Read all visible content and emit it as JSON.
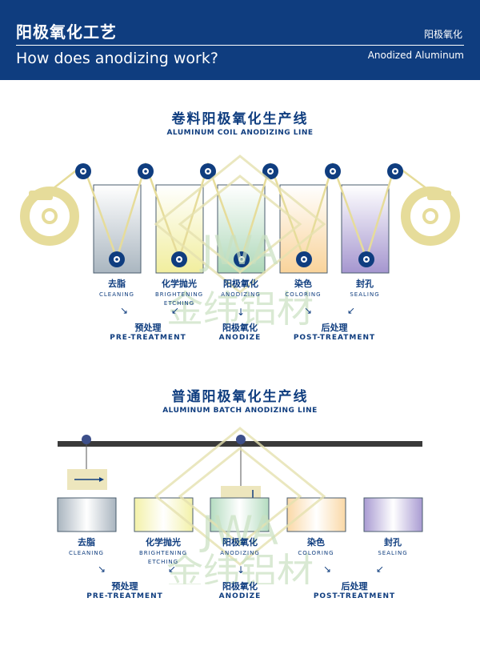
{
  "header": {
    "title_cn": "阳极氧化工艺",
    "title_en": "How does anodizing work?",
    "tag_cn": "阳极氧化",
    "tag_en": "Anodized Aluminum"
  },
  "watermark": {
    "logo": "JWA",
    "text": "金纬铝材"
  },
  "coil_line": {
    "title_cn": "卷料阳极氧化生产线",
    "title_en": "ALUMINUM COIL ANODIZING LINE",
    "tanks": [
      {
        "cn": "去脂",
        "en": "CLEANING",
        "en2": ""
      },
      {
        "cn": "化学抛光",
        "en": "BRIGHTENING",
        "en2": "ETCHING"
      },
      {
        "cn": "阳极氧化",
        "en": "ANODIZING",
        "en2": ""
      },
      {
        "cn": "染色",
        "en": "COLORING",
        "en2": ""
      },
      {
        "cn": "封孔",
        "en": "SEALING",
        "en2": ""
      }
    ],
    "phases": [
      {
        "cn": "预处理",
        "en": "PRE-TREATMENT"
      },
      {
        "cn": "阳极氧化",
        "en": "ANODIZE"
      },
      {
        "cn": "后处理",
        "en": "POST-TREATMENT"
      }
    ]
  },
  "batch_line": {
    "title_cn": "普通阳极氧化生产线",
    "title_en": "ALUMINUM BATCH ANODIZING LINE",
    "tanks": [
      {
        "cn": "去脂",
        "en": "CLEANING",
        "en2": ""
      },
      {
        "cn": "化学抛光",
        "en": "BRIGHTENING",
        "en2": "ETCHING"
      },
      {
        "cn": "阳极氧化",
        "en": "ANODIZING",
        "en2": ""
      },
      {
        "cn": "染色",
        "en": "COLORING",
        "en2": ""
      },
      {
        "cn": "封孔",
        "en": "SEALING",
        "en2": ""
      }
    ],
    "phases": [
      {
        "cn": "预处理",
        "en": "PRE-TREATMENT"
      },
      {
        "cn": "阳极氧化",
        "en": "ANODIZE"
      },
      {
        "cn": "后处理",
        "en": "POST-TREATMENT"
      }
    ]
  },
  "colors": {
    "navy": "#0f3d7f",
    "strip": "#e6dc9a",
    "tank_cleaning": "#b8c3cc",
    "tank_brightening": "#f4f2b0",
    "tank_anodizing": "#bfe0c8",
    "tank_coloring": "#fbdcae",
    "tank_sealing": "#b3a6d6"
  }
}
